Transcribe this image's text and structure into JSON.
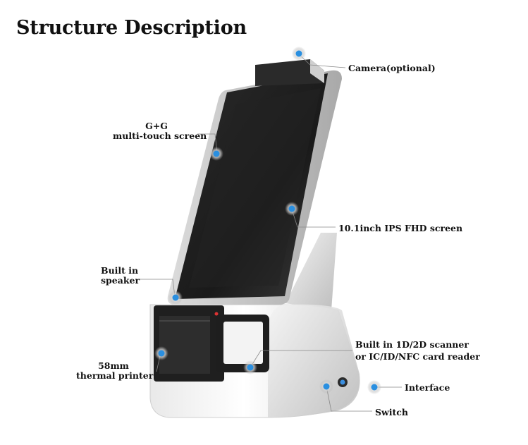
{
  "title": "Structure Description",
  "callouts": {
    "camera": "Camera(optional)",
    "touch_line1": "G+G",
    "touch_line2": "multi-touch screen",
    "screen": "10.1inch IPS FHD screen",
    "speaker_line1": "Built in",
    "speaker_line2": "speaker",
    "scanner_line1": "Built in 1D/2D scanner",
    "scanner_line2": "or IC/ID/NFC card reader",
    "printer_line1": "58mm",
    "printer_line2": "thermal printer",
    "interface": "Interface",
    "switch": "Switch"
  },
  "colors": {
    "marker": "#2a8fe0",
    "screen": "#1c1c1c",
    "body": "#f2f2f2",
    "leader": "#666666"
  }
}
